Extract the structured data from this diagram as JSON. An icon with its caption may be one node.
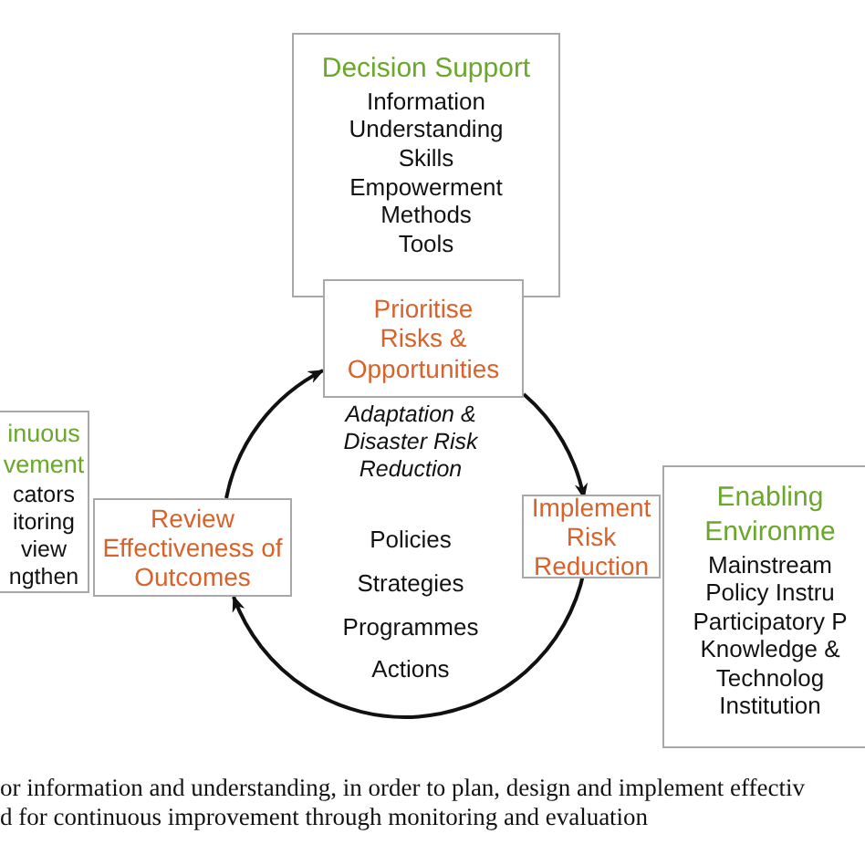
{
  "diagram": {
    "caption": "or information and understanding, in order to plan, design and implement effectiv d for continuous improvement through monitoring and evaluation",
    "nodes": [
      {
        "text": [
          "Decision Support",
          "Information",
          "Understanding",
          "Skills",
          "Empowerment",
          "Methods",
          "Tools"
        ]
      },
      {
        "text": [
          "Prioritise Risks & Opportunities"
        ]
      },
      {
        "text": [
          "inuous vement",
          "cators",
          "itoring",
          "view",
          "ngthen"
        ]
      },
      {
        "text": [
          "Review Effectiveness of Outcomes"
        ]
      },
      {
        "text": [
          "Implement Risk Reduction"
        ]
      },
      {
        "text": [
          "Enabling Environme",
          "Mainstream",
          "Policy Instru",
          "Participatory P",
          "Knowledge &",
          "Technolog",
          "Institution"
        ]
      }
    ],
    "edges": [
      {
        "from": 1,
        "to": 4,
        "arrow": "to"
      },
      {
        "from": 4,
        "to": 3,
        "arrow": "to"
      },
      {
        "from": 3,
        "to": 1,
        "arrow": "to"
      }
    ],
    "labels": [
      "Adaptation & Disaster Risk Reduction",
      "Policies",
      "Strategies",
      "Programmes",
      "Actions"
    ]
  }
}
